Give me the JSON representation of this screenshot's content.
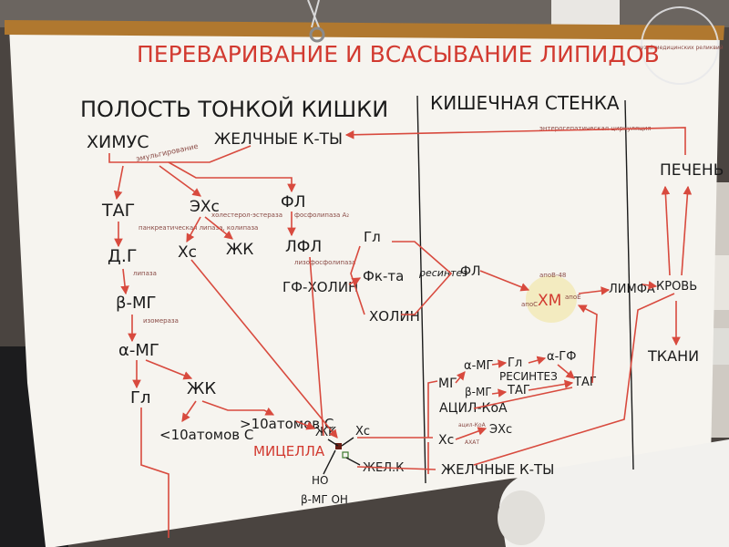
{
  "poster": {
    "title": "ПЕРЕВАРИВАНИЕ И ВСАСЫВАНИЕ ЛИПИДОВ",
    "left_header": "ПОЛОСТЬ ТОНКОЙ КИШКИ",
    "mid_header": "КИШЕЧНАЯ СТЕНКА",
    "enterohepatic": "энтерогепатическая циркуляция",
    "watermark": "музей медицинских реликвий"
  },
  "labels": {
    "chyme": "ХИМУС",
    "bile_acids": "ЖЕЛЧНЫЕ К-ТЫ",
    "emulsification": "эмульгирование",
    "tag": "ТАГ",
    "ehs": "ЭХс",
    "fl": "ФЛ",
    "pancreatic_lipase": "панкреатическая липаза, колипаза",
    "cholesterol_esterase": "холестерол-эстераза",
    "phospholipase": "фосфолипаза A₂",
    "xc": "Хс",
    "zhk": "ЖК",
    "dg": "Д.Г",
    "lipase": "липаза",
    "lfl": "ЛФЛ",
    "lysophospholipase": "лизофосфолипаза",
    "bmg": "β-МГ",
    "isomerase": "изомераза",
    "amg": "α-МГ",
    "gl": "Гл",
    "lt10": "<10атомов С",
    "gt10": ">10атомов С",
    "gf_cholin": "ГФ-ХОЛИН",
    "gl2": "Гл",
    "fk_ta": "Фк-та",
    "cholin": "ХОЛИН",
    "resynthesis": "ресинтез",
    "fl2": "ФЛ",
    "hm": "ХМ",
    "apob48": "апоВ-48",
    "apoc": "апоС",
    "apoe": "апоЕ",
    "micelle": "МИЦЕЛЛА",
    "zhk_m": "ЖК",
    "xc_m": "Хс",
    "zhel_k": "ЖЕЛ.К",
    "ho": "НО",
    "bmg_oh": "β-МГ ОН",
    "mg": "МГ",
    "amg2": "α-МГ",
    "gl3": "Гл",
    "agf": "α-ГФ",
    "bmg2": "β-МГ",
    "resynthesis2": "РЕСИНТЕЗ",
    "acyl_coa": "АЦИЛ-КоА",
    "tag2": "ТАГ",
    "tag3": "ТАГ",
    "xc2": "Хс",
    "acyl_coa_small": "ацил-КоА",
    "ahat": "АХАТ",
    "ehs2": "ЭХс",
    "bile_acids2": "ЖЕЛЧНЫЕ К-ТЫ",
    "liver": "ПЕЧЕНЬ",
    "lymph": "ЛИМФА",
    "blood": "КРОВЬ",
    "tissues": "ТКАНИ"
  },
  "colors": {
    "paper": "#f6f4ef",
    "ink": "#1b1b1b",
    "red_ink": "#d84a3e"
  }
}
